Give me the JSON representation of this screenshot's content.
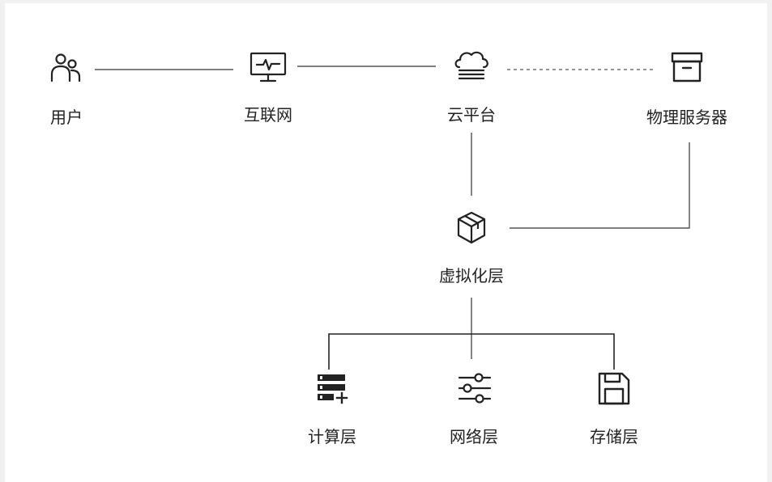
{
  "diagram": {
    "nodes": {
      "user": {
        "label": "用户",
        "icon": "users-icon"
      },
      "internet": {
        "label": "互联网",
        "icon": "monitor-pulse-icon"
      },
      "cloud": {
        "label": "云平台",
        "icon": "cloud-server-icon"
      },
      "physical": {
        "label": "物理服务器",
        "icon": "archive-box-icon"
      },
      "virtual": {
        "label": "虚拟化层",
        "icon": "cube-icon"
      },
      "compute": {
        "label": "计算层",
        "icon": "server-add-icon"
      },
      "network": {
        "label": "网络层",
        "icon": "sliders-icon"
      },
      "storage": {
        "label": "存储层",
        "icon": "floppy-disk-icon"
      }
    },
    "edges": [
      {
        "from": "user",
        "to": "internet",
        "style": "solid"
      },
      {
        "from": "internet",
        "to": "cloud",
        "style": "solid"
      },
      {
        "from": "cloud",
        "to": "physical",
        "style": "dashed"
      },
      {
        "from": "cloud",
        "to": "virtual",
        "style": "solid"
      },
      {
        "from": "physical",
        "to": "virtual",
        "style": "solid"
      },
      {
        "from": "virtual",
        "to": "compute",
        "style": "solid"
      },
      {
        "from": "virtual",
        "to": "network",
        "style": "solid"
      },
      {
        "from": "virtual",
        "to": "storage",
        "style": "solid"
      }
    ],
    "colors": {
      "line": "#333333",
      "icon": "#222222",
      "text": "#222222",
      "panel": "#ffffff",
      "background": "#f1f1f1"
    }
  }
}
